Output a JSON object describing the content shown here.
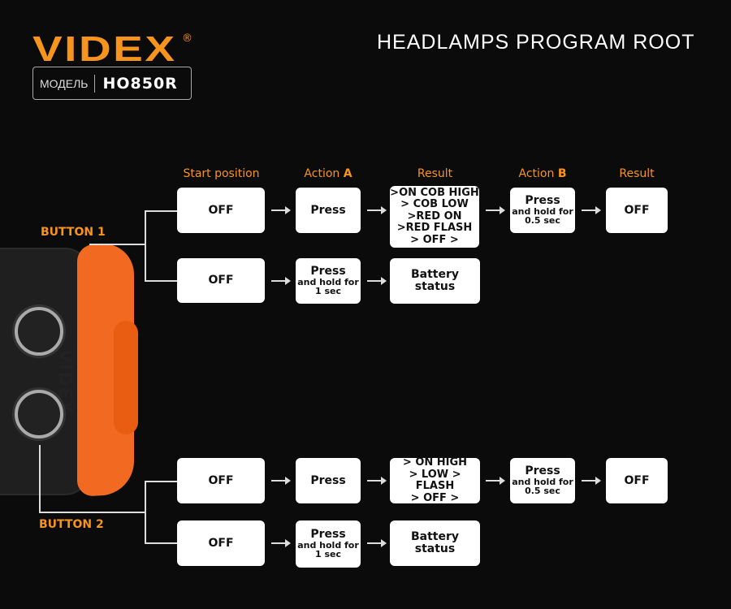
{
  "brand": {
    "logo": "VIDEX",
    "registered": "®",
    "model_label": "МОДЕЛЬ",
    "model": "HO850R"
  },
  "title": "HEADLAMPS PROGRAM ROOT",
  "headers": {
    "start": "Start position",
    "action_a_prefix": "Action ",
    "action_a_key": "A",
    "result1": "Result",
    "action_b_prefix": "Action ",
    "action_b_key": "B",
    "result2": "Result"
  },
  "button1": {
    "label": "BUTTON 1",
    "row1": {
      "start": "OFF",
      "action": "Press",
      "result": [
        ">ON COB HIGH",
        "> COB LOW",
        ">RED ON",
        ">RED FLASH",
        "> OFF >"
      ],
      "action_b": {
        "main": "Press",
        "sub1": "and hold for",
        "sub2": "0.5 sec"
      },
      "result2": "OFF"
    },
    "row2": {
      "start": "OFF",
      "action": {
        "main": "Press",
        "sub1": "and hold for",
        "sub2": "1 sec"
      },
      "result": [
        "Battery",
        "status"
      ]
    }
  },
  "button2": {
    "label": "BUTTON 2",
    "row1": {
      "start": "OFF",
      "action": "Press",
      "result": [
        "> ON HIGH",
        "> LOW > FLASH",
        "> OFF >"
      ],
      "action_b": {
        "main": "Press",
        "sub1": "and hold for",
        "sub2": "0.5 sec"
      },
      "result2": "OFF"
    },
    "row2": {
      "start": "OFF",
      "action": {
        "main": "Press",
        "sub1": "and hold for",
        "sub2": "1 sec"
      },
      "result": [
        "Battery",
        "status"
      ]
    }
  },
  "colors": {
    "accent": "#f7941d",
    "background": "#0b0b0b"
  }
}
